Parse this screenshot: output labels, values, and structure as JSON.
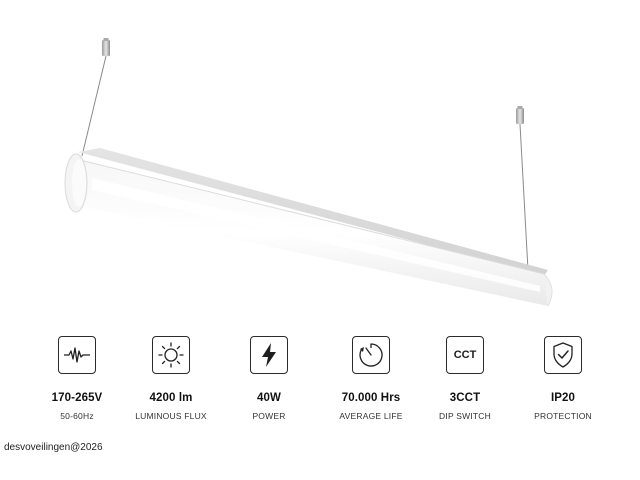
{
  "specs": [
    {
      "icon": "voltage-wave-icon",
      "value": "170-265V",
      "label": "50-60Hz"
    },
    {
      "icon": "sun-icon",
      "value": "4200 lm",
      "label": "LUMINOUS FLUX"
    },
    {
      "icon": "lightning-bolt-icon",
      "value": "40W",
      "label": "POWER"
    },
    {
      "icon": "clock-gauge-icon",
      "value": "70.000 Hrs",
      "label": "AVERAGE LIFE"
    },
    {
      "icon": "cct-badge-icon",
      "icon_text": "CCT",
      "value": "3CCT",
      "label": "DIP SWITCH"
    },
    {
      "icon": "shield-check-icon",
      "value": "IP20",
      "label": "PROTECTION"
    }
  ],
  "watermark": "desvoveilingen@2026"
}
